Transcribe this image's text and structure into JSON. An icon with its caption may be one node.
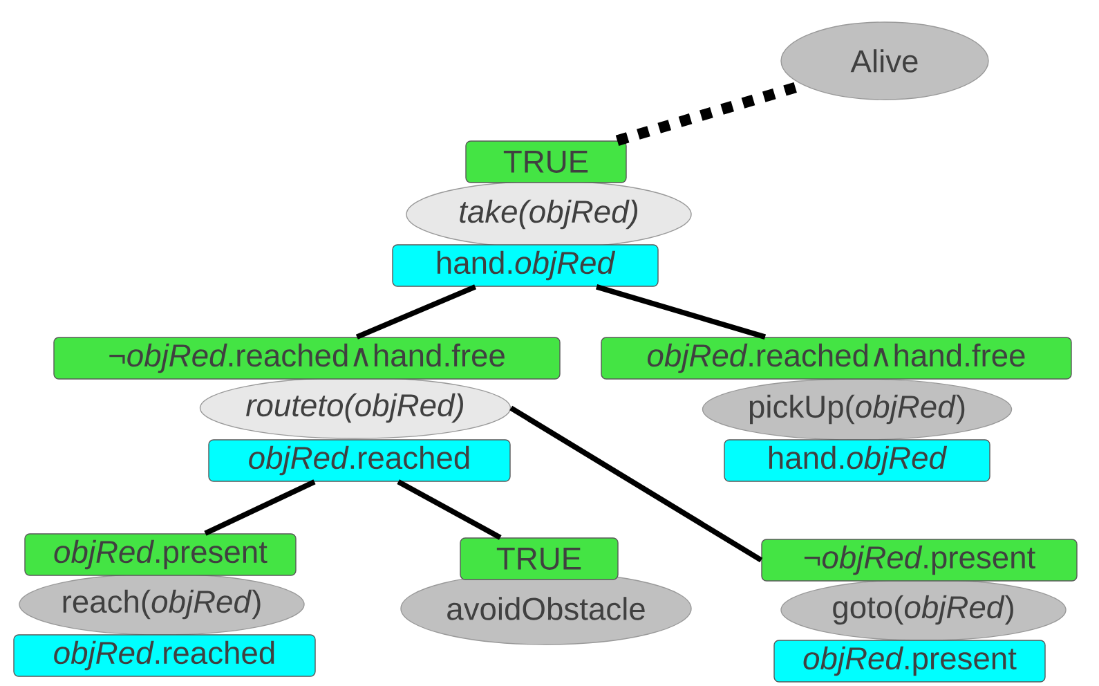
{
  "diagram": {
    "nodes": [
      {
        "text": [
          "Alive"
        ]
      },
      {
        "text": [
          "TRUE"
        ]
      },
      {
        "text": [
          "take(objRed)"
        ]
      },
      {
        "text": [
          "hand.*objRed*"
        ]
      },
      {
        "text": [
          "¬*objRed*.reached∧hand.free"
        ]
      },
      {
        "text": [
          "routeto(objRed)"
        ]
      },
      {
        "text": [
          "*objRed*.reached"
        ]
      },
      {
        "text": [
          "*objRed*.reached∧hand.free"
        ]
      },
      {
        "text": [
          "pickUp(*objRed*)"
        ]
      },
      {
        "text": [
          "hand.*objRed*"
        ]
      },
      {
        "text": [
          "*objRed*.present"
        ]
      },
      {
        "text": [
          "reach(*objRed*)"
        ]
      },
      {
        "text": [
          "*objRed*.reached"
        ]
      },
      {
        "text": [
          "TRUE"
        ]
      },
      {
        "text": [
          "avoidObstacle"
        ]
      },
      {
        "text": [
          "¬*objRed*.present"
        ]
      },
      {
        "text": [
          "goto(*objRed*)"
        ]
      },
      {
        "text": [
          "*objRed*.present"
        ]
      }
    ],
    "edges": [
      {
        "from": 1,
        "to": 0,
        "arrow": "none",
        "style": "dashed"
      },
      {
        "from": 3,
        "to": 4,
        "arrow": "none"
      },
      {
        "from": 3,
        "to": 7,
        "arrow": "none"
      },
      {
        "from": 6,
        "to": 10,
        "arrow": "none"
      },
      {
        "from": 6,
        "to": 13,
        "arrow": "none"
      },
      {
        "from": 5,
        "to": 15,
        "arrow": "none"
      }
    ]
  }
}
